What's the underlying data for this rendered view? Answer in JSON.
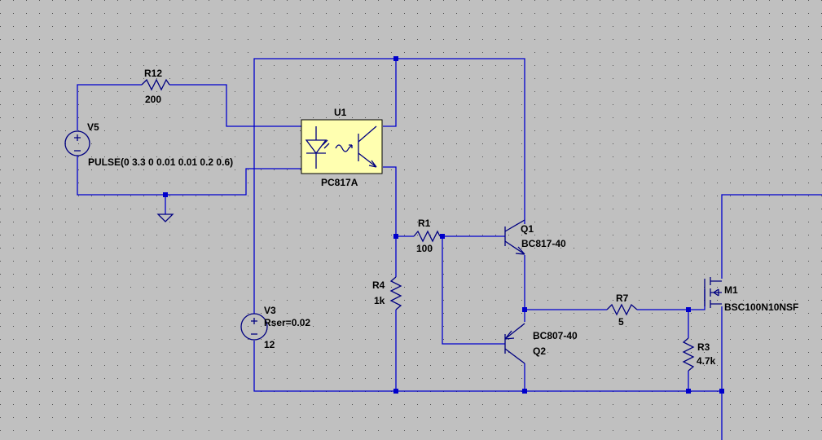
{
  "colors": {
    "background": "#c0c0c0",
    "wire": "#0000cc",
    "symbol": "#000080",
    "optocoupler_fill": "#ffffb0",
    "grid_dot": "#505050"
  },
  "components": {
    "R12": {
      "name": "R12",
      "value": "200"
    },
    "V5": {
      "name": "V5",
      "value": "PULSE(0 3.3 0 0.01 0.01 0.2 0.6)"
    },
    "U1": {
      "name": "U1",
      "value": "PC817A"
    },
    "R1": {
      "name": "R1",
      "value": "100"
    },
    "R4": {
      "name": "R4",
      "value": "1k"
    },
    "V3": {
      "name": "V3",
      "param": "Rser=0.02",
      "value": "12"
    },
    "Q1": {
      "name": "Q1",
      "value": "BC817-40"
    },
    "Q2": {
      "name": "Q2",
      "value": "BC807-40"
    },
    "R7": {
      "name": "R7",
      "value": "5"
    },
    "R3": {
      "name": "R3",
      "value": "4.7k"
    },
    "M1": {
      "name": "M1",
      "value": "BSC100N10NSF"
    }
  }
}
